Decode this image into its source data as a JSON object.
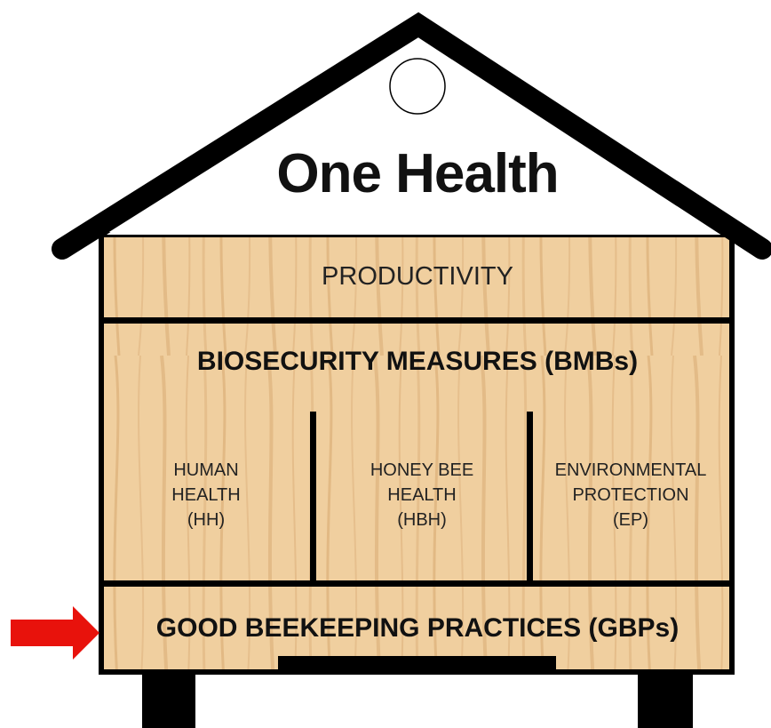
{
  "diagram": {
    "title": "One Health",
    "roof_tier": "PRODUCTIVITY",
    "middle_tier": "BIOSECURITY MEASURES (BMBs)",
    "pillars": [
      {
        "lines": [
          "HUMAN",
          "HEALTH",
          "(HH)"
        ]
      },
      {
        "lines": [
          "HONEY BEE",
          "HEALTH",
          "(HBH)"
        ]
      },
      {
        "lines": [
          "ENVIRONMENTAL",
          "PROTECTION",
          "(EP)"
        ]
      }
    ],
    "foundation": "GOOD BEEKEEPING PRACTICES (GBPs)"
  },
  "colors": {
    "wood": "#f0cf9f",
    "wood_grain": "#d9ad74",
    "outline": "#000000",
    "arrow": "#e8120c"
  }
}
